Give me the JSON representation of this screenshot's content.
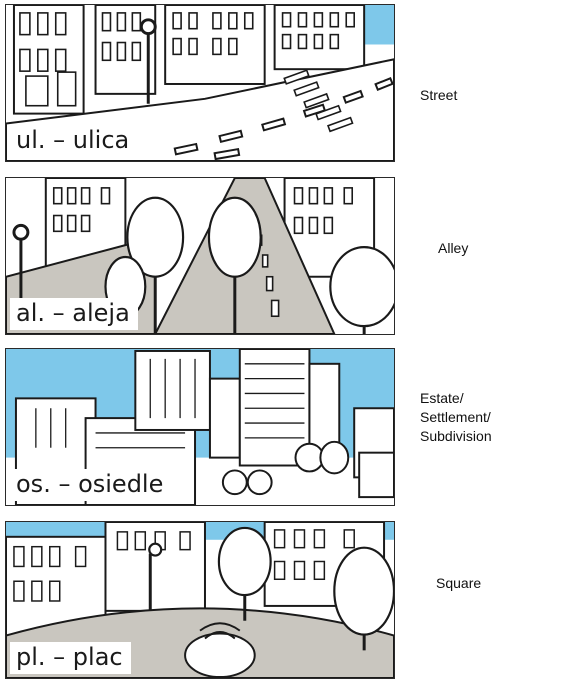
{
  "colors": {
    "sky": "#7ec8ea",
    "road": "#c9c6bf",
    "outline": "#1a1a1a",
    "sidewalk": "#dcd6c8"
  },
  "rows": [
    {
      "id": "street",
      "abbreviation": "ul. – ulica",
      "translation_lines": [
        "Street"
      ]
    },
    {
      "id": "alley",
      "abbreviation": "al. – aleja",
      "translation_lines": [
        "Alley"
      ]
    },
    {
      "id": "estate",
      "abbreviation": "os. – osiedle",
      "translation_lines": [
        "Estate/",
        "Settlement/",
        "Subdivision"
      ]
    },
    {
      "id": "square",
      "abbreviation": "pl. – plac",
      "translation_lines": [
        "Square"
      ]
    }
  ]
}
